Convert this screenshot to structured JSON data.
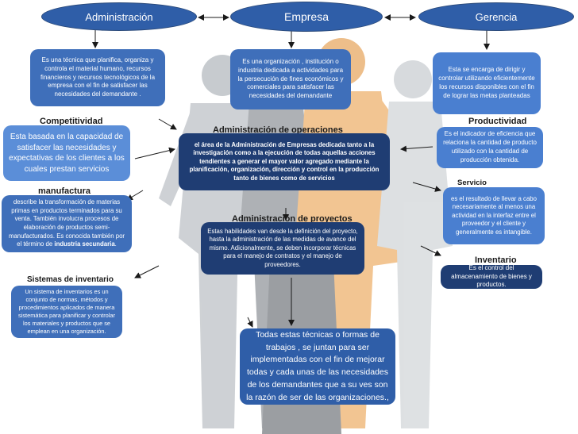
{
  "colors": {
    "navy": "#1f3d73",
    "blue": "#3f6fba",
    "sky": "#5b8ed8",
    "text_dark": "#1a1a1a"
  },
  "top": {
    "left": "Administración",
    "center": "Empresa",
    "right": "Gerencia"
  },
  "descriptions": {
    "administracion": "Es una técnica que planifica, organiza y controla el material humano, recursos financieros y recursos tecnológicos de la empresa con el fin de satisfacer las necesidades del demandante .",
    "empresa": "Es una organización , institución o industria dedicada a actividades para la persecución de fines económicos y comerciales para satisfacer las necesidades del demandante",
    "gerencia": "Esta se encarga de dirigir y controlar utilizando eficientemente los recursos disponibles con el fin de lograr las metas planteadas"
  },
  "concepts": {
    "competitividad": {
      "title": "Competitividad",
      "text": "Esta basada en la capacidad de satisfacer las necesidades y expectativas de los clientes a los cuales prestan servicios"
    },
    "operaciones": {
      "title": "Administración de operaciones",
      "text": "el área de la Administración de Empresas dedicada tanto a la investigación como a la ejecución de todas aquellas acciones tendientes a generar el mayor valor agregado mediante la planificación, organización, dirección y control en la producción tanto de bienes como de servicios"
    },
    "productividad": {
      "title": "Productividad",
      "text": "Es el indicador de eficiencia que relaciona la cantidad de producto utilizado con la cantidad de producción obtenida."
    },
    "manufactura": {
      "title": "manufactura",
      "text_start": "describe la transformación de materias primas en productos terminados para su venta. También involucra procesos de elaboración de productos semi-manufacturados. Es conocida también por el término de",
      "text_bold": "industria secundaria",
      "text_end": "."
    },
    "servicio": {
      "title": "Servicio",
      "text": "es el resultado de llevar a cabo necesariamente al menos una actividad en la interfaz entre el proveedor y el cliente y generalmente es intangible."
    },
    "proyectos": {
      "title": "Administración de proyectos",
      "text": "Estas habilidades van desde la definición del proyecto, hasta la administración de las medidas de avance del mismo. Adicionalmente, se deben incorporar técnicas para el manejo de contratos y el manejo de proveedores."
    },
    "inventario": {
      "title": "Inventario",
      "text": "Es el control del almacenamiento de bienes y productos."
    },
    "sistemas_inventario": {
      "title": "Sistemas de inventario",
      "text": "Un sistema de inventarios es un conjunto de normas, métodos y procedimientos aplicados de manera sistemática para planificar y controlar los materiales y productos que se emplean en una organización."
    }
  },
  "conclusion": "Todas estas técnicas o formas de trabajos , se juntan para ser implementadas con el fin de mejorar todas y cada unas de las necesidades de los demandantes que a su ves son la razón de ser de las organizaciones.,"
}
